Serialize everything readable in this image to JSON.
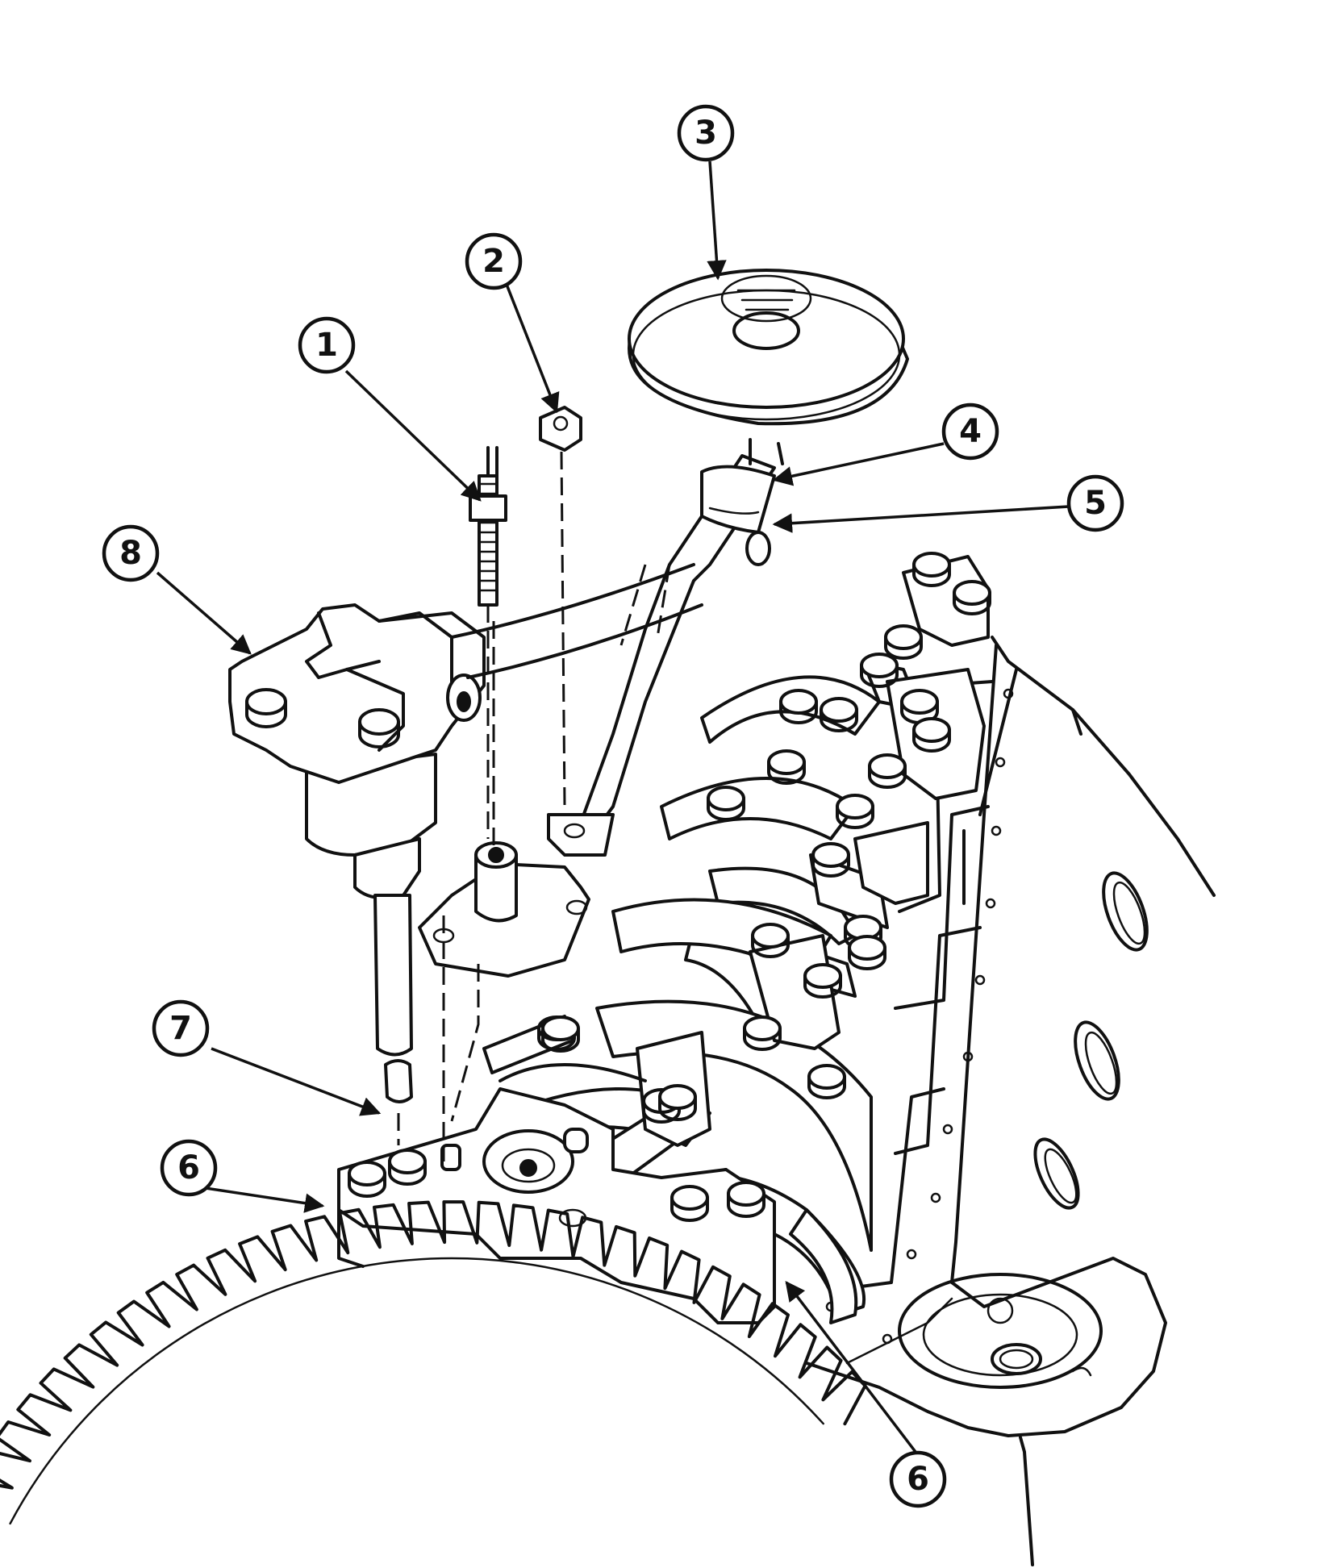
{
  "callouts": [
    {
      "id": "c1",
      "number": "1",
      "part": "stud"
    },
    {
      "id": "c2",
      "number": "2",
      "part": "nut"
    },
    {
      "id": "c3",
      "number": "3",
      "part": "oil-pump-screen"
    },
    {
      "id": "c4",
      "number": "4",
      "part": "pickup-tube"
    },
    {
      "id": "c5",
      "number": "5",
      "part": "tube-clamp-bolt"
    },
    {
      "id": "c6a",
      "number": "6",
      "part": "rear-main-bearing-cap"
    },
    {
      "id": "c6b",
      "number": "6",
      "part": "rear-main-bearing-cap"
    },
    {
      "id": "c7",
      "number": "7",
      "part": "drive-shaft-extension"
    },
    {
      "id": "c8",
      "number": "8",
      "part": "oil-pump"
    }
  ],
  "colors": {
    "ink": "#111111",
    "paper": "#ffffff"
  }
}
